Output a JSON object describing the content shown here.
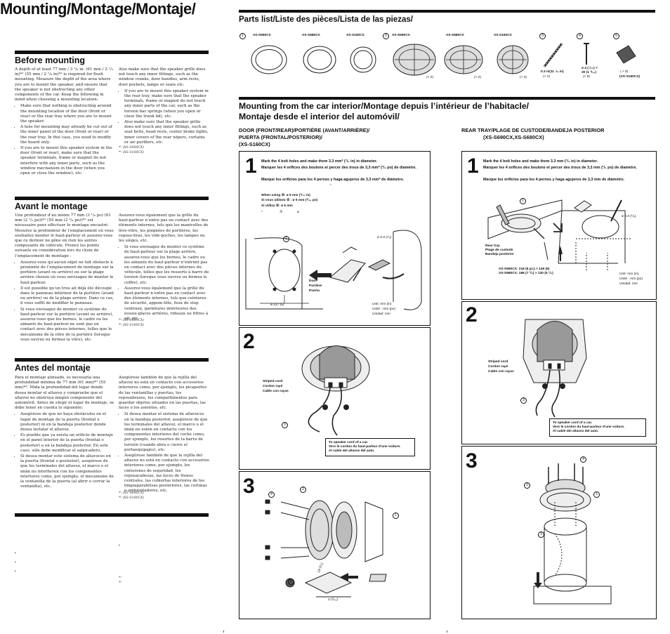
{
  "page_title": "Mounting/Montage/Montaje/",
  "before": {
    "title": "Before mounting",
    "col1": [
      "A depth of at least 77 mm / 3 ¹/₈ in. (61 mm / 2 ¹/₂ in)*¹ (55 mm / 2 ¹/₄ in)*² is required for flush mounting. Measure the depth of the area where you are to mount the speaker, and ensure that the speaker is not obstructing any other components of the car. Keep the following in mind when choosing a mounting location:",
      "Make sure that nothing is obstructing around the mounting location of the door (front or rear) or the rear tray where you are to mount the speaker.",
      "A hole for mounting may already be cut out of the inner panel of the door (front or rear) or the rear tray. In this case, you need to modify the board only.",
      "If you are to mount this speaker system in the door (front or rear), make sure that the speaker terminals, frame or magnet do not interfere with any inner parts, such as the window mechanism in the door (when you open or close the window), etc."
    ],
    "col2": [
      "Also make sure that the speaker grille does not touch any inner fittings, such as the window cranks, door handles, arm rests, door pockets, lamps or seats etc.",
      "If you are to mount this speaker system in the rear tray, make sure that the speaker terminals, frame or magnet do not touch any inner parts of the car, such as the torsion bar springs (when you open or close the trunk lid), etc.",
      "Also make sure that the speaker grille does not touch any inner fittings, such as seat belts, head rests, center brake lights, inner covers of the rear wipers, curtains or air purifiers, etc."
    ],
    "fn1": "*¹ (XS-S680CX)",
    "fn2": "*² (XS-S160CX)"
  },
  "avant": {
    "title": "Avant le montage",
    "col1": [
      "Une profondeur d’au moins 77 mm (3 ¹/₈ po) (61 mm (2 ¹/₂ po))*¹ (55 mm (2 ¹/₄ po))*² est nécessaire pour effectuer le montage encastré. Mesurez la profondeur de l’emplacement où vous souhaitez monter le haut-parleur et assurez-vous que ce dernier ne gêne en rien les autres composants du véhicule. Prenez les points suivants en considération lors du choix de l’emplacement de montage :",
      "Assurez-vous qu’aucun objet ne fait obstacle à proximité de l’emplacement de montage sur la portière (avant ou arrière) ou sur la plage arrière choisie où vous envisagez de monter le haut-parleur.",
      "Il est possible qu’un trou ait déjà été découpé dans le panneau intérieur de la portière (avant ou arrière) ou de la plage arrière. Dans ce cas, il vous suffit de modifier le panneau.",
      "Si vous envisagez de monter ce système de haut-parleur sur la portière (avant ou arrière), assurez-vous que les bornes, le cadre ou les aimants du haut-parleur ne sont pas en contact avec des pièces internes, telles que le mécanisme de la vitre de la portière (lorsque vous ouvrez ou fermez la vitre), etc."
    ],
    "col2": [
      "Assurez-vous également que la grille du haut-parleur n’entre pas en contact avec des éléments internes, tels que les manivelles de lève-vitre, les poignées de portières, les repose-bras, les vide-poches, les lampes ou les sièges, etc.",
      "Si vous envisagez de monter ce système de haut-parleur sur la plage arrière, assurez-vous que les bornes, le cadre ou les aimants du haut-parleur n’entrent pas en contact avec des pièces internes du véhicule, telles que les ressorts à barre de torsion (lorsque vous ouvrez ou fermez le coffre), etc.",
      "Assurez-vous également que la grille du haut-parleur n’entre pas en contact avec des éléments internes, tels que ceintures de sécurité, appuie-tête, feux de stop centraux, garnitures intérieures des essuie-glaces arrières, rideaux ou filtres à air, etc."
    ],
    "fn1": "*¹ (XS-S680CX)",
    "fn2": "*² (XS-S160CX)"
  },
  "antes": {
    "title": "Antes del montaje",
    "col1": [
      "Para el montaje alineado, es necesaria una profundidad mínima de 77 mm (61 mm)*¹ (55 mm)*². Mida la profundidad del lugar donde desea montar el altavoz y compruebe que el altavoz no obstruya ningún componente del automóvil. Antes de elegir el lugar de montaje, se debe tener en cuenta lo siguiente:",
      "Asegúrese de que no haya obstáculos en el lugar de montaje de la puerta (frontal o posterior) ni en la bandeja posterior donde desea instalar el altavoz.",
      "Es posible que ya exista un orificio de montaje en el panel interior de la puerta (frontal o posterior) o en la bandeja posterior. En este caso, sólo debe modificar el salpicadero.",
      "Si desea montar este sistema de altavoces en la puerta (frontal o posterior), asegúrese de que los terminales del altavoz, el marco o el imán no interfieren con los componentes interiores como, por ejemplo, el mecanismo de la ventanilla de la puerta (al abrir o cerrar la ventanilla), etc."
    ],
    "col2": [
      "Asegúrese también de que la rejilla del altavoz no está en contacto con accesorios interiores como, por ejemplo, los picaportes de las ventanillas y puertas, los reposabrazos, los compartimentos para guardar objetos situados en las puertas, las luces o los asientos, etc.",
      "Si desea montar el sistema de altavoces en la bandeja posterior, asegúrese de que los terminales del altavoz, el marco o el imán no estén en contacto con los componentes interiores del coche como, por ejemplo, los resortes de la barra de torsión (cuando abra o cierre el portaequipajes), etc.",
      "Asegúrese también de que la rejilla del altavoz no está en contacto con accesorios interiores como, por ejemplo, los cinturones de seguridad, los reposacabezas, las luces de frenos centrales, las cubiertas interiores de los limpiaparabrisas posteriores, las cortinas o ambientadores, etc."
    ],
    "fn1": "*¹ (XS-S680CX)",
    "fn2": "*² (XS-S160CX)"
  },
  "fourth": {
    "bullet": "•",
    "fn1": "*¹",
    "fn2": "*²"
  },
  "parts": {
    "title": "Parts list/Liste des pièces/Lista de las piezas/",
    "n1": "1",
    "n2": "2",
    "n3": "3",
    "n4": "4",
    "n5": "5",
    "m1": "XS-S690CX",
    "m2": "XS-S680CX",
    "m3": "XS-S160CX",
    "m4": "XS-S690CX",
    "m5": "XS-S680CX",
    "m6": "XS-S160CX",
    "q1": "(× 2)",
    "q2": "(× 2)",
    "q3": "(× 2)",
    "cord_len": "0.3 m(11 ·/₈ in)",
    "cord_qty": "(× 2)",
    "screw_spec": "ø 4 (·/₃₂) ×",
    "screw_len": "30 (1 ³/₁₆)",
    "screw_qty": "(× 8)",
    "clip_qty": "( × 8)",
    "clip_model": "(XS-S160CX)"
  },
  "mounting": {
    "title1": "Mounting from the car interior/Montage depuis l’intérieur de l’habitacle/",
    "title2": "Montaje desde el interior del automóvil/",
    "door1": "DOOR (FRONT/REAR)/PORTIÈRE (AVANT/ARRIÈRE)/",
    "door2": "PUERTA (FRONTAL/POSTERIOR)/",
    "door3": "(XS-S160CX)",
    "rear1": "REAR TRAY/PLAGE DE CUSTODE/BANDEJA POSTERIOR",
    "rear2": "(XS-S690CX,XS-S680CX)"
  },
  "door_step1": {
    "num": "1",
    "en": "Mark the 4 bolt holes and make them 3.3 mm* (¹/₈ in) in diameter.",
    "fr": "Marquer les 4 orifices des boulons et percer des trous de 3,3 mm* (¹/₈ po) de diamètre.",
    "es": "Marque los orificios para los 4 pernos y haga agujeros de 3,3 mm* de diámetro.",
    "star": "*",
    "w1": "When using ⑤: ø 5 mm (³/₁₆ in)",
    "w2": "Si vous utilisez ⑤ : ø 5 mm (³/₁₆ po)",
    "w3": "Si utiliza ⑤: ø 5 mm",
    "w4": "*",
    "w4b": "⑤",
    "w4c": "ø",
    "dia": "ø 3.3 (¹/₈)",
    "lbl1": "1",
    "door_l1": "Door",
    "door_l2": "Portière",
    "door_l3": "Puerta",
    "d127": "ø 127 (5)",
    "unit1": "Unit: mm (in)",
    "unit2": "Unité : mm (po)",
    "unit3": "Unidad: mm"
  },
  "door_step2": {
    "num": "2",
    "c1": "Striped cord",
    "c2": "Cordon rayé",
    "c3": "Cable con rayas",
    "plus": "+",
    "minus": "−",
    "lbl3": "3",
    "s1": "To speaker cord of a car.",
    "s2": "Vers le cordon du haut-parleur d’une voiture.",
    "s3": "Al cable del altavoz del auto."
  },
  "door_step3": {
    "num": "3",
    "lbl2": "2",
    "lbl4": "4",
    "lbl1": "1",
    "lbl5": "5",
    "d19": "19 (³/₄)",
    "d2": "2 (³/₃₂)"
  },
  "rear_step1": {
    "num": "1",
    "en": "Mark the 4 bolt holes and make them 3.3 mm (¹/₈ in) in diameter.",
    "fr": "Marquer les 4 orifices des boulons et percer des trous de 3,3 mm (¹/₈ po) de diamètre.",
    "es": "Marque los orificios para los 4 pernos y haga agujeros de 3,3 mm de diámetro.",
    "lbl1": "1",
    "dia": "ø 3.3 (¹/₈)",
    "tray1": "Rear tray",
    "tray2": "Plage de custode",
    "tray3": "Bandeja posterior",
    "dim1": "XS-S690CX: 218 (8 µ/₈) × 149 (6)",
    "dim2": "XS-S680CX: 186 (7 ³/₈) × 130 (5 ¹/₈)",
    "unit1": "Unit: mm (in)",
    "unit2": "Unité : mm (po)",
    "unit3": "Unidad: mm"
  },
  "rear_step2": {
    "num": "2",
    "c1": "Striped cord",
    "c2": "Cordon rayé",
    "c3": "Cable con rayas",
    "lbl3": "3",
    "s1": "To speaker cord of a car.",
    "s2": "Vers le cordon du haut-parleur d’une voiture.",
    "s3": "Al cable del altavoz del auto."
  },
  "rear_step3": {
    "num": "3",
    "lbl4": "4",
    "lbl2": "2",
    "lbl1": "1",
    "lbl3": "3"
  }
}
